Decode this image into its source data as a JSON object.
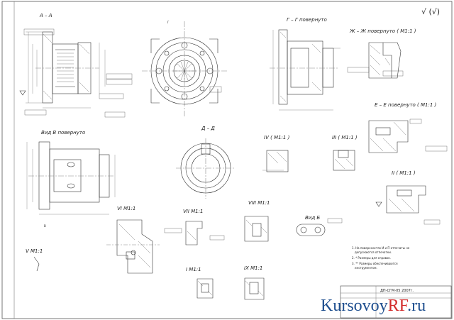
{
  "drawing": {
    "roughness_symbol": "√ (√)",
    "doc_code": "ДП-СГМ-05 2007г.",
    "watermark": {
      "kursovoy": "Kursovoy",
      "rf": "RF",
      "ru": ".ru"
    },
    "views": {
      "a_a": "А – А",
      "g_g": "Г – Г повернуто",
      "zh_zh": "Ж – Ж повернуто ( М1:1 )",
      "d_d": "Д – Д",
      "e_e": "Е – Е повернуто ( М1:1 )",
      "view_v": "Вид В повернуто",
      "iv": "IV ( М1:1 )",
      "iii": "III ( М1:1 )",
      "ii": "II ( М1:1 )",
      "vi": "VI  М1:1",
      "vii": "VII  М1:1",
      "viii": "VIII  М1:1",
      "view_b": "Вид Б",
      "v_left": "V М1:1",
      "i_small": "I  М1:1",
      "ix": "IX  М1:1"
    },
    "notes": [
      "1. На поверхностях И и П отпечаты не",
      "допускаются отпечатки.",
      "2. * Размеры для справок.",
      "3. ** Размеры обеспечиваются",
      "инструментом."
    ]
  }
}
